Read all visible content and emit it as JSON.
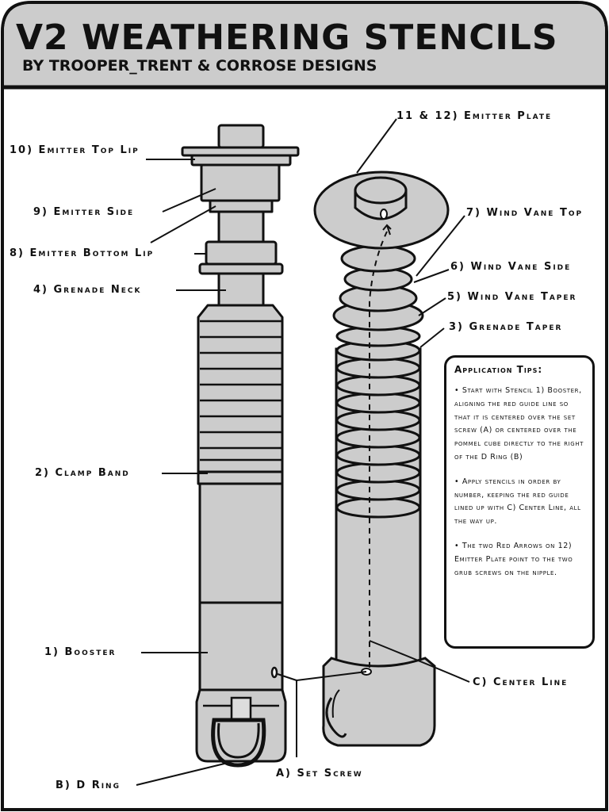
{
  "header": {
    "title": "V2 WEATHERING STENCILS",
    "subtitle": "BY TROOPER_TRENT & CORROSE DESIGNS"
  },
  "labels": {
    "emitter_top_lip": "10) Emitter Top Lip",
    "emitter_side": "9) Emitter Side",
    "emitter_bottom_lip": "8) Emitter Bottom Lip",
    "grenade_neck": "4) Grenade Neck",
    "clamp_band": "2) Clamp Band",
    "booster": "1) Booster",
    "d_ring": "B) D Ring",
    "set_screw": "A) Set Screw",
    "emitter_plate": "11 & 12) Emitter Plate",
    "wind_vane_top": "7) Wind Vane Top",
    "wind_vane_side": "6) Wind Vane Side",
    "wind_vane_taper": "5) Wind Vane Taper",
    "grenade_taper": "3) Grenade Taper",
    "center_line": "C) Center Line"
  },
  "tips": {
    "title": "Application Tips:",
    "items": [
      "• Start with Stencil 1) Booster, aligning the red guide line so that it is centered over the set screw (A) or centered over the pommel cube directly to the right of the D Ring (B)",
      "• Apply stencils in order by number, keeping the red guide lined up with C) Center Line, all the way up.",
      "• The two Red Arrows on 12) Emitter Plate point to the two grub screws on the nipple."
    ]
  },
  "colors": {
    "fill": "#cccccc",
    "stroke": "#111111",
    "background": "#ffffff"
  }
}
